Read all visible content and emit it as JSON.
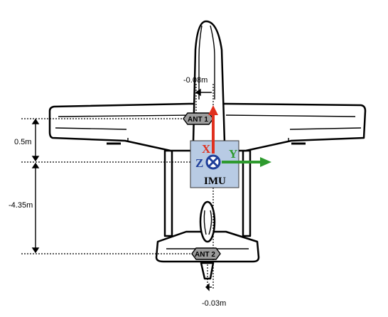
{
  "labels": {
    "offset_x_top": "-0.08m",
    "offset_z_ant1": "0.5m",
    "offset_z_ant2": "-4.35m",
    "offset_x_bottom": "-0.03m",
    "ant1": "ANT 1",
    "ant2": "ANT 2",
    "imu": "IMU",
    "axis_x": "X",
    "axis_y": "Y",
    "axis_z": "Z"
  },
  "colors": {
    "axis_x": "#e0301e",
    "axis_y": "#2e9a2e",
    "axis_z": "#1f3f9a",
    "imu_box": "#b8cbe4",
    "antenna": "#9c9c9c"
  }
}
